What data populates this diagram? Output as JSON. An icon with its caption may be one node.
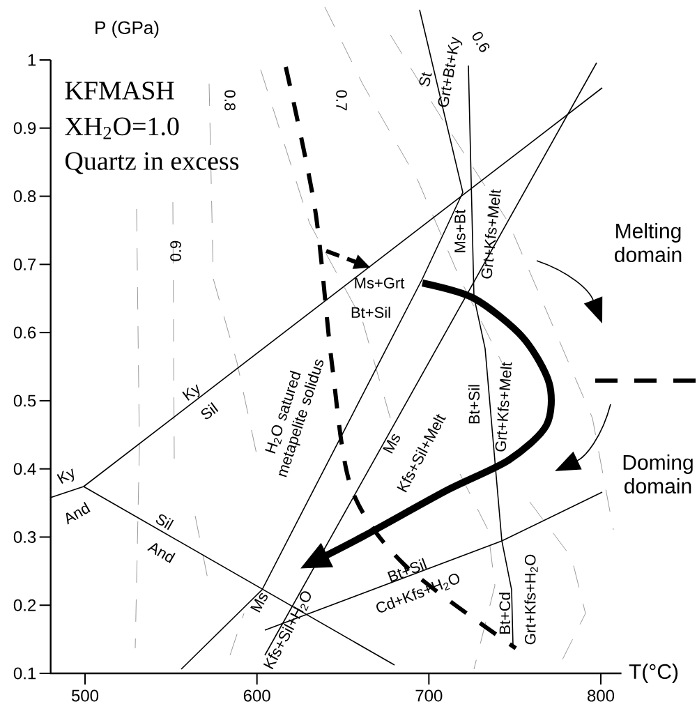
{
  "diagram": {
    "labels": [
      "P (GPa)",
      "1",
      "0.9",
      "0.8",
      "0.7",
      "0.6",
      "0.5",
      "0.4",
      "0.3",
      "0.2",
      "0.1",
      "KFMASH",
      "XH$_{2}$O=1.0",
      "Quartz in excess",
      "0.8",
      "0.7",
      "0.6",
      "St",
      "Grt+Bt+Ky",
      "0.9",
      "Ms+Bt",
      "Grt+Kfs+Melt",
      "Melting domain",
      "Ms+Grt",
      "Bt+Sil",
      "H$_{2}$O satured metapelite solidus",
      "Ky",
      "Sil",
      "Ms",
      "Kfs+Sil+Melt",
      "Bt+Sil",
      "Grt+Kfs+Melt",
      "Doming domain",
      "Ky",
      "And",
      "Sil",
      "And",
      "Bt+Sil",
      "Cd+Kfs+H$_{2}$O",
      "Ms",
      "Kfs+Sil+H$_{2}$O",
      "Bt+Cd",
      "Grt+Kfs+H$_{2}$O",
      "500",
      "600",
      "700",
      "800",
      "T(°C)"
    ]
  }
}
